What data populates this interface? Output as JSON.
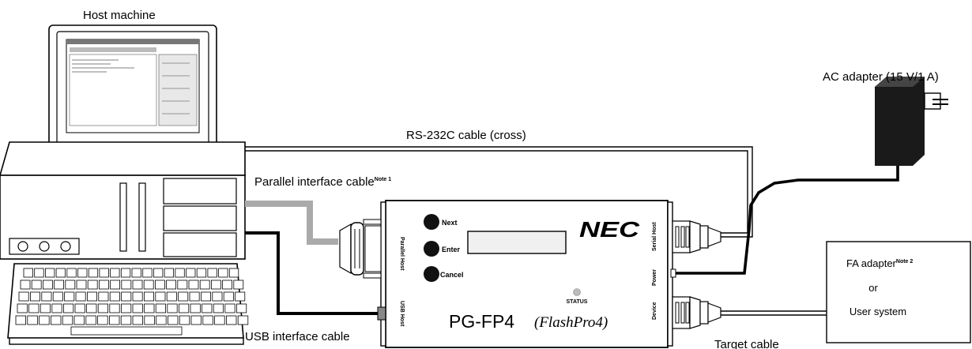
{
  "labels": {
    "host_machine": "Host machine",
    "ac_adapter": "AC adapter (15 V/1 A)",
    "rs232c_cable": "RS-232C cable (cross)",
    "parallel_cable": "Parallel interface cable",
    "parallel_note": "Note 1",
    "usb_cable": "USB interface cable",
    "target_cable": "Target cable",
    "fa_adapter": "FA adapter",
    "fa_note": "Note 2",
    "or": "or",
    "user_system": "User system"
  },
  "programmer": {
    "brand": "NEC",
    "model": "PG-FP4",
    "model_sub": "(FlashPro4)",
    "buttons": [
      "Next",
      "Enter",
      "Cancel"
    ],
    "status_label": "STATUS",
    "port_parallel": "Parallel Host",
    "port_usb": "USB Host",
    "port_serial": "Serial Host",
    "port_power": "Power",
    "port_device": "Device"
  },
  "colors": {
    "parallel_cable": "#aaaaaa",
    "line": "#000000",
    "status_led": "#bbbbbb",
    "screen_bg": "#ffffff",
    "lcd": "#f0f0f0"
  }
}
